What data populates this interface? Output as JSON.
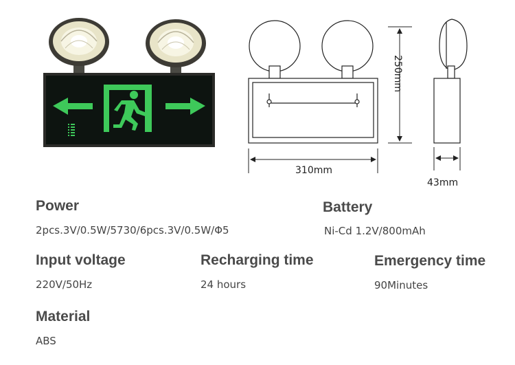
{
  "dimensions": {
    "height_label": "250mm",
    "width_label": "310mm",
    "depth_label": "43mm"
  },
  "specs": {
    "power": {
      "title": "Power",
      "value": "2pcs.3V/0.5W/5730/6pcs.3V/0.5W/Φ5"
    },
    "battery": {
      "title": "Battery",
      "value": "Ni-Cd 1.2V/800mAh"
    },
    "input_voltage": {
      "title": "Input voltage",
      "value": "220V/50Hz"
    },
    "recharging_time": {
      "title": "Recharging time",
      "value": "24 hours"
    },
    "emergency_time": {
      "title": "Emergency time",
      "value": "90Minutes"
    },
    "material": {
      "title": "Material",
      "value": "ABS"
    }
  },
  "colors": {
    "sign_green": "#3ec95a",
    "sign_background": "#0d1410",
    "housing": "#3a3a36"
  }
}
